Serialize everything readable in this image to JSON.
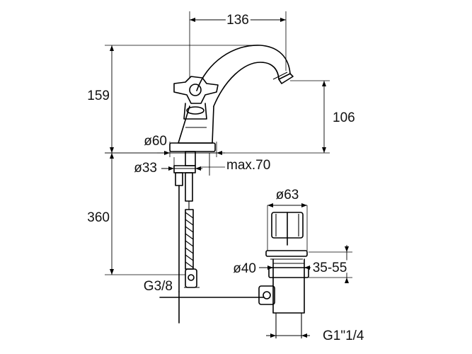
{
  "dimensions": {
    "spout_reach": "136",
    "total_height": "159",
    "spout_height": "106",
    "base_diameter": "ø60",
    "shank_diameter": "ø33",
    "max_thickness": "max.70",
    "hose_length": "360",
    "drain_head_diameter": "ø63",
    "drain_body_diameter": "ø40",
    "drain_adjust": "35-55",
    "connection_thread": "G3/8",
    "waste_thread": "G1\"1/4"
  }
}
